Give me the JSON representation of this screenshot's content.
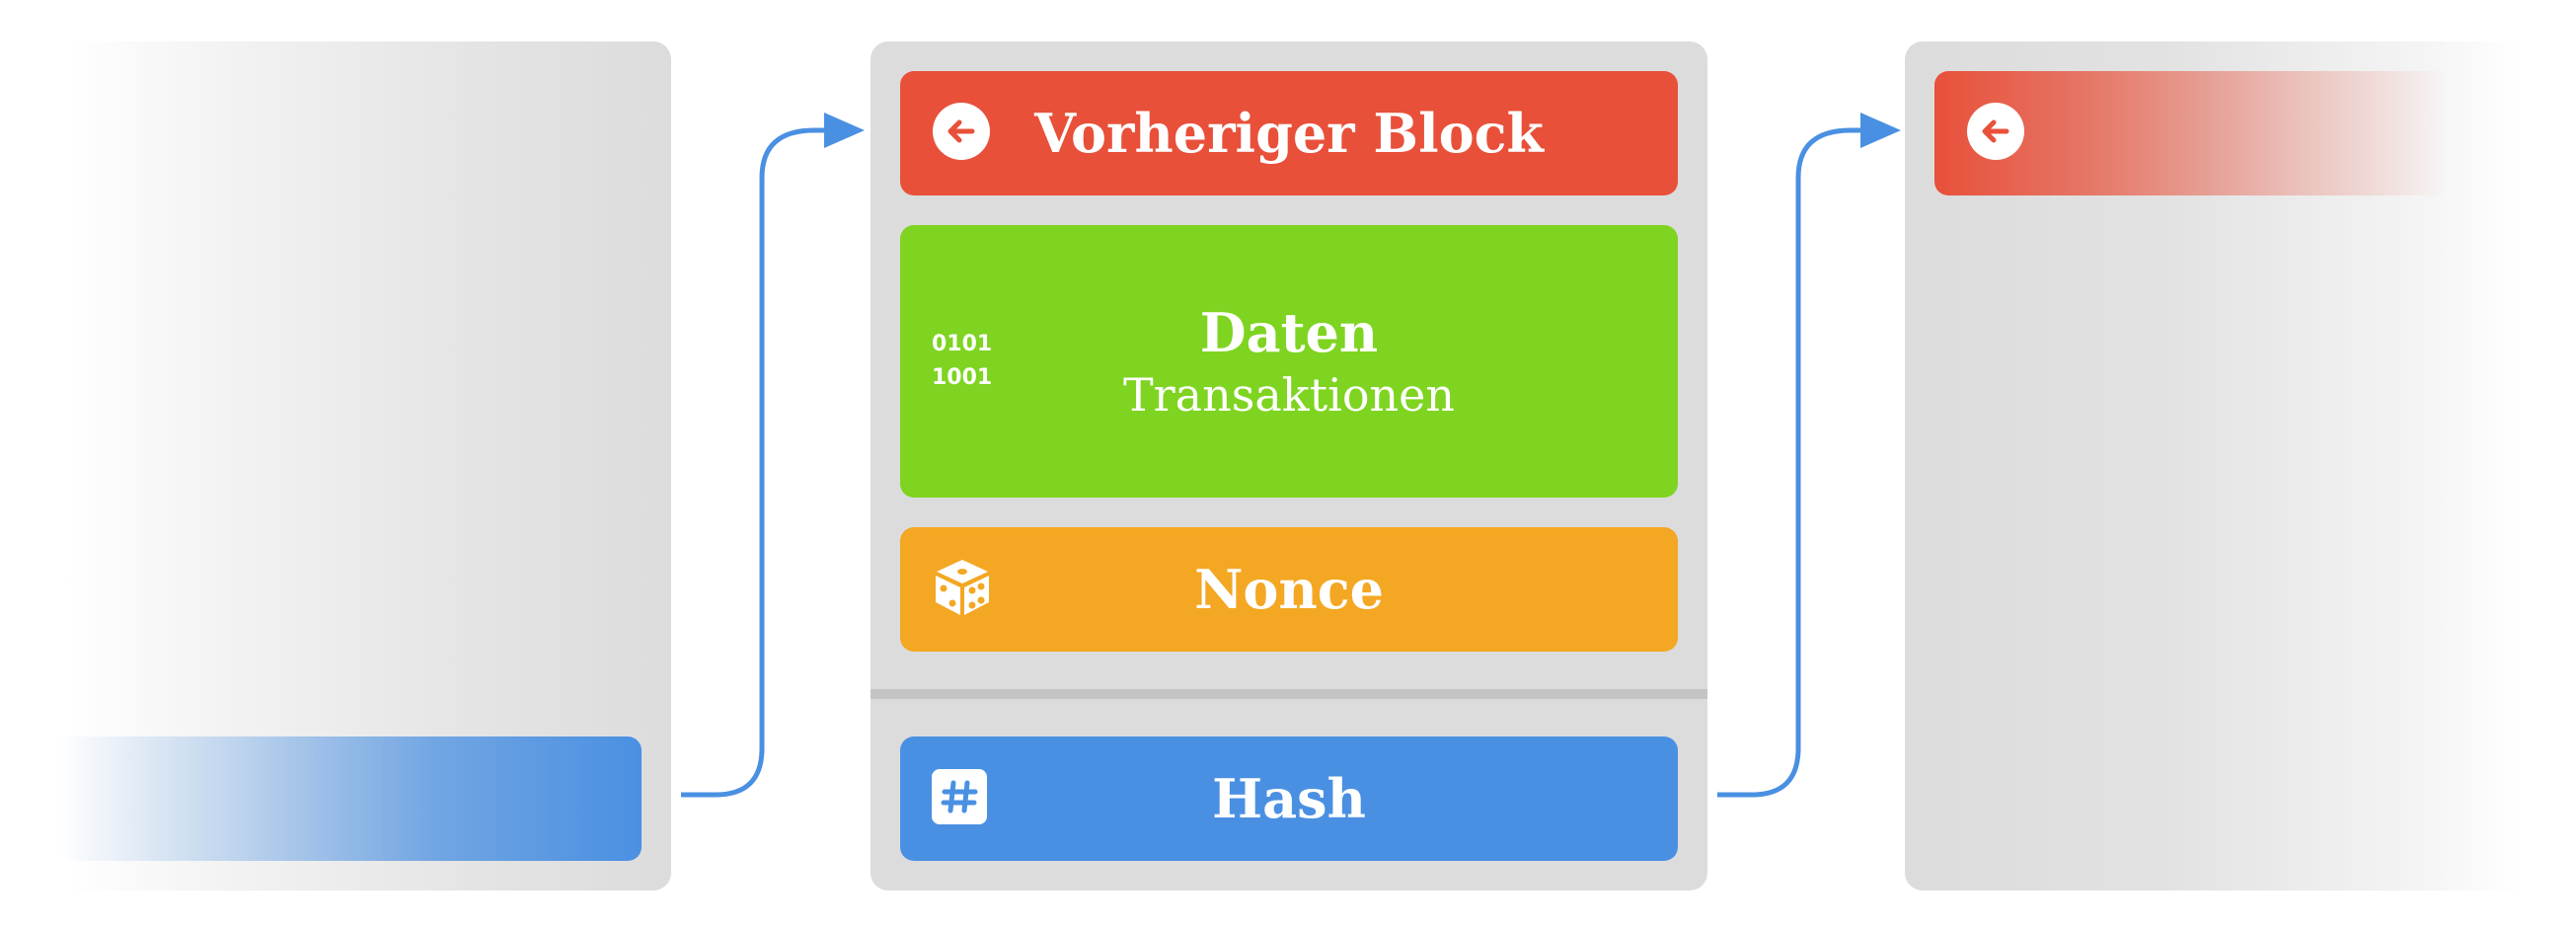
{
  "blocks": {
    "center": {
      "previous_block": {
        "label": "Vorheriger Block",
        "icon": "arrow-left-circle-icon",
        "color": "#e8503a"
      },
      "data": {
        "label": "Daten",
        "sublabel": "Transaktionen",
        "icon": "binary-icon",
        "icon_text": [
          "0101",
          "1001"
        ],
        "color": "#7ed420"
      },
      "nonce": {
        "label": "Nonce",
        "icon": "dice-icon",
        "color": "#f3a723"
      },
      "hash": {
        "label": "Hash",
        "icon": "hash-icon",
        "color": "#4a90e2"
      }
    },
    "left": {
      "hash_color": "#4a90e2"
    },
    "right": {
      "previous_block_icon": "arrow-left-circle-icon",
      "previous_block_color": "#e8503a"
    }
  },
  "connector_color": "#4a90e2",
  "block_background": "#dcdcdc"
}
